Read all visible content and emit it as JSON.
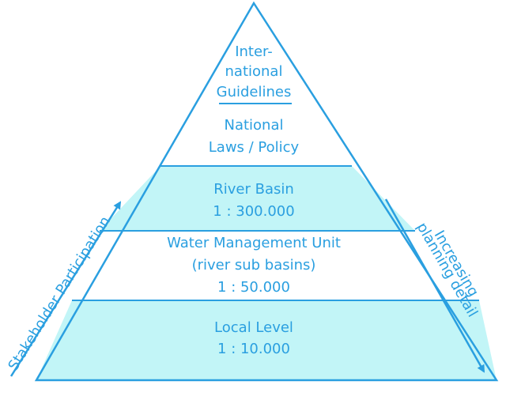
{
  "colors": {
    "stroke": "#2a9fe0",
    "fill_light": "#c2f5f7",
    "background": "#ffffff",
    "text": "#2a9fe0"
  },
  "levels": [
    {
      "lines": [
        "Inter-",
        "national",
        "Guidelines"
      ]
    },
    {
      "lines": [
        "National",
        "Laws / Policy"
      ]
    },
    {
      "lines": [
        "River Basin",
        "1 : 300.000"
      ]
    },
    {
      "lines": [
        "Water Management Unit",
        "(river sub basins)",
        "1 : 50.000"
      ]
    },
    {
      "lines": [
        "Local Level",
        "1 : 10.000"
      ]
    }
  ],
  "left_arrow": {
    "label": "Stakeholder Participation"
  },
  "right_arrow": {
    "lines": [
      "Increasing",
      "planning detail"
    ]
  }
}
